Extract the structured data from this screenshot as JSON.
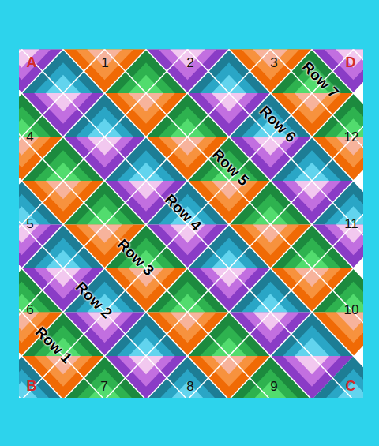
{
  "diagram": {
    "labels": [
      "A",
      "1",
      "2",
      "3",
      "D",
      "Row 7",
      "4",
      "12",
      "Row 6",
      "Row 5",
      "Row 4",
      "5",
      "11",
      "Row 3",
      "Row 2",
      "6",
      "10",
      "Row 1",
      "B",
      "7",
      "8",
      "9",
      "C"
    ]
  }
}
